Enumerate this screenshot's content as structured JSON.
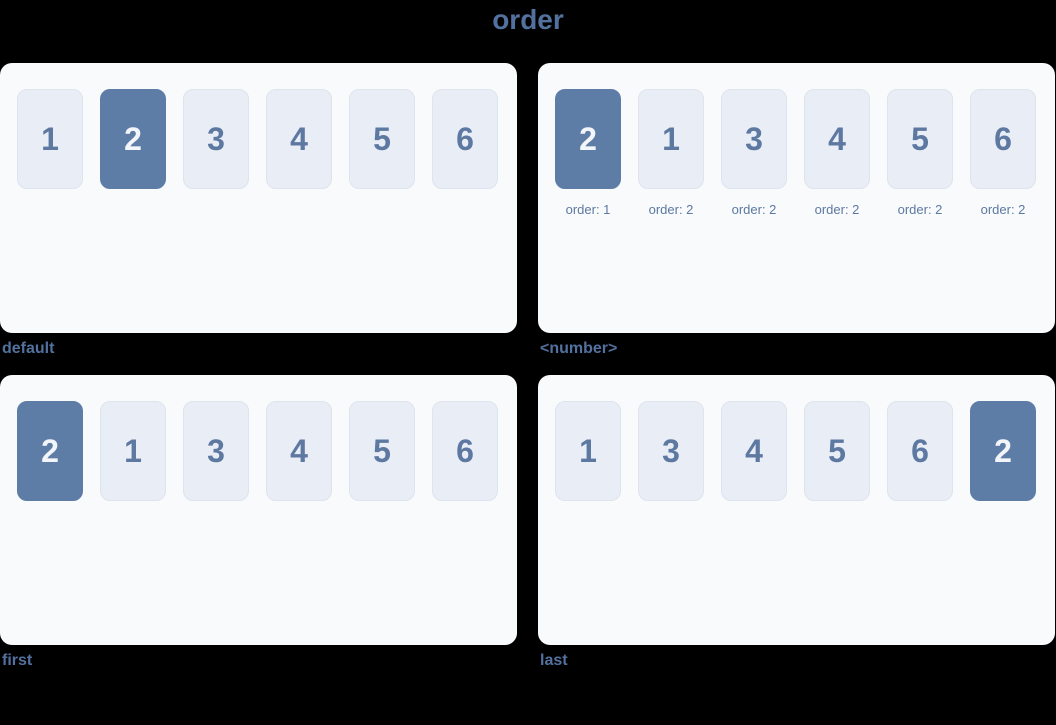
{
  "page": {
    "title": "order"
  },
  "colors": {
    "page_background": "#000000",
    "panel_background": "#f8fafc",
    "card_background": "#e9edf5",
    "card_border": "#dee4ef",
    "card_text": "#5d79a1",
    "highlight_background": "#5e7da6",
    "highlight_text": "#f2f5fa",
    "caption_text": "#53719f"
  },
  "demos": [
    {
      "caption": "default",
      "items": [
        {
          "label": "1",
          "highlighted": false
        },
        {
          "label": "2",
          "highlighted": true
        },
        {
          "label": "3",
          "highlighted": false
        },
        {
          "label": "4",
          "highlighted": false
        },
        {
          "label": "5",
          "highlighted": false
        },
        {
          "label": "6",
          "highlighted": false
        }
      ]
    },
    {
      "caption": "<number>",
      "items": [
        {
          "label": "2",
          "highlighted": true,
          "order_label": "order: 1"
        },
        {
          "label": "1",
          "highlighted": false,
          "order_label": "order: 2"
        },
        {
          "label": "3",
          "highlighted": false,
          "order_label": "order: 2"
        },
        {
          "label": "4",
          "highlighted": false,
          "order_label": "order: 2"
        },
        {
          "label": "5",
          "highlighted": false,
          "order_label": "order: 2"
        },
        {
          "label": "6",
          "highlighted": false,
          "order_label": "order: 2"
        }
      ]
    },
    {
      "caption": "first",
      "items": [
        {
          "label": "2",
          "highlighted": true
        },
        {
          "label": "1",
          "highlighted": false
        },
        {
          "label": "3",
          "highlighted": false
        },
        {
          "label": "4",
          "highlighted": false
        },
        {
          "label": "5",
          "highlighted": false
        },
        {
          "label": "6",
          "highlighted": false
        }
      ]
    },
    {
      "caption": "last",
      "items": [
        {
          "label": "1",
          "highlighted": false
        },
        {
          "label": "3",
          "highlighted": false
        },
        {
          "label": "4",
          "highlighted": false
        },
        {
          "label": "5",
          "highlighted": false
        },
        {
          "label": "6",
          "highlighted": false
        },
        {
          "label": "2",
          "highlighted": true
        }
      ]
    }
  ]
}
